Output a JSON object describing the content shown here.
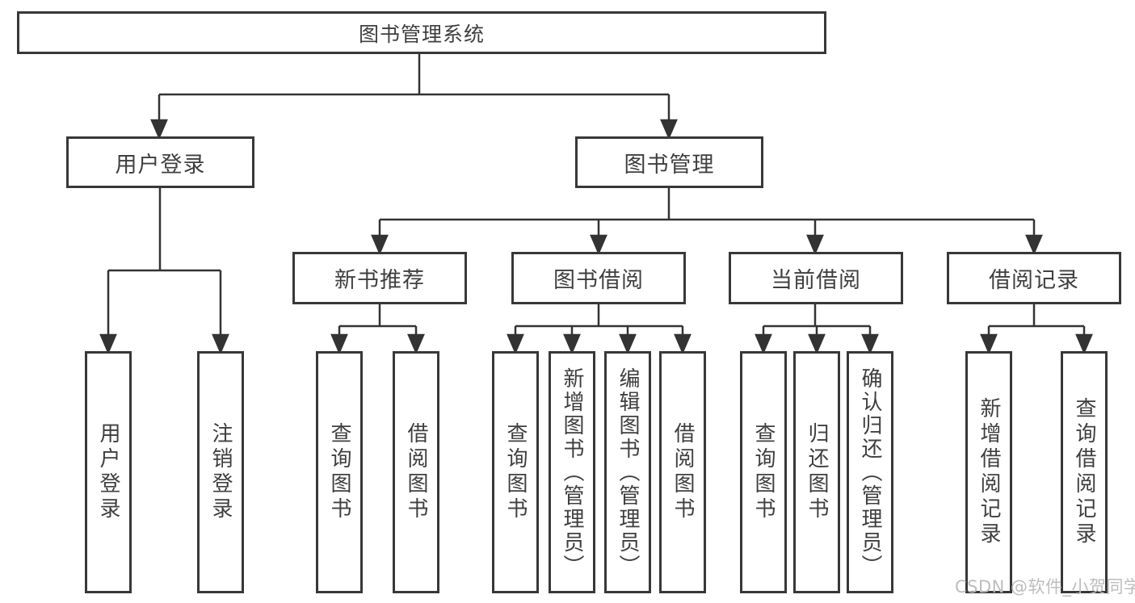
{
  "diagram": {
    "type": "hierarchy-tree",
    "tree": {
      "root": {
        "label": "图书管理系统"
      },
      "nodes": [
        {
          "label": "用户登录",
          "children": [
            {
              "label": "用户登录"
            },
            {
              "label": "注销登录"
            }
          ]
        },
        {
          "label": "图书管理",
          "children": [
            {
              "label": "新书推荐",
              "children": [
                {
                  "label": "查询图书"
                },
                {
                  "label": "借阅图书"
                }
              ]
            },
            {
              "label": "图书借阅",
              "children": [
                {
                  "label": "查询图书"
                },
                {
                  "label": "新增图书（管理员）"
                },
                {
                  "label": "编辑图书（管理员）"
                },
                {
                  "label": "借阅图书"
                }
              ]
            },
            {
              "label": "当前借阅",
              "children": [
                {
                  "label": "查询图书"
                },
                {
                  "label": "归还图书"
                },
                {
                  "label": "确认归还（管理员）"
                }
              ]
            },
            {
              "label": "借阅记录",
              "children": [
                {
                  "label": "新增借阅记录"
                },
                {
                  "label": "查询借阅记录"
                }
              ]
            }
          ]
        }
      ]
    },
    "colors": {
      "box_border": "#383838",
      "line": "#333333",
      "text": "#3f3f3f",
      "background": "#ffffff",
      "watermark": "#bdbdbd"
    }
  },
  "watermark": {
    "text": "CSDN @软件_小贺同学"
  }
}
